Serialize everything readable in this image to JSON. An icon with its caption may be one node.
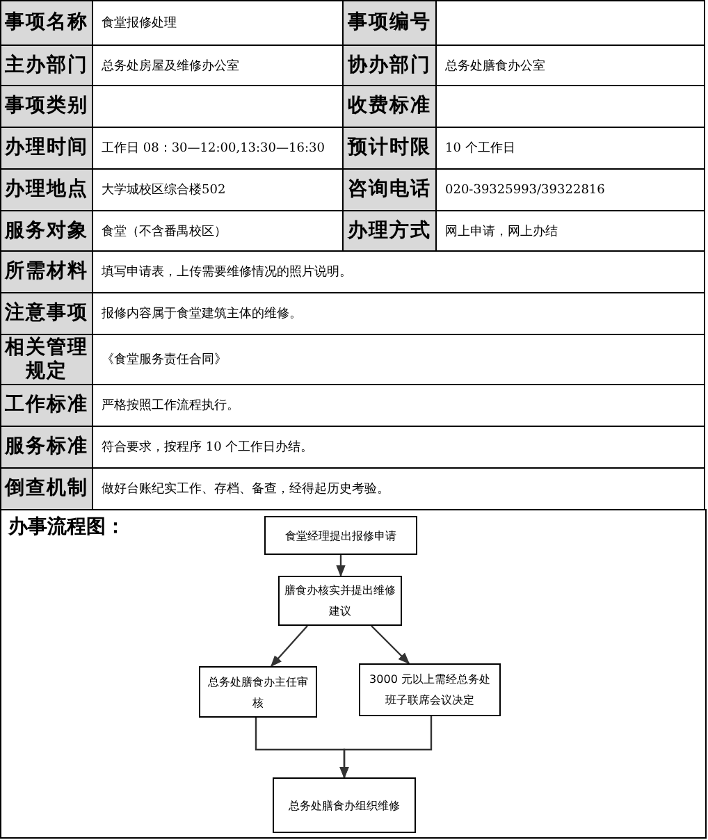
{
  "diagram": {
    "title": "办事流程图：",
    "nodes": [
      {
        "text": [
          "食堂经理提出报修申请"
        ]
      },
      {
        "text": [
          "膳食办核实并提出维修建议"
        ]
      },
      {
        "text": [
          "总务处膳食办主任审核"
        ]
      },
      {
        "text": [
          "3000 元以上需经总务处班子联席会议决定"
        ]
      },
      {
        "text": [
          "总务处膳食办组织维修"
        ]
      }
    ],
    "edges": [
      {
        "from": 0,
        "to": 1,
        "arrow": "to"
      },
      {
        "from": 1,
        "to": 2,
        "arrow": "to"
      },
      {
        "from": 1,
        "to": 3,
        "arrow": "to"
      },
      {
        "from": 2,
        "to": 4,
        "arrow": "to"
      },
      {
        "from": 3,
        "to": 4,
        "arrow": "to"
      }
    ],
    "labels": [
      "事项名称",
      "食堂报修处理",
      "事项编号",
      "主办部门",
      "总务处房屋及维修办公室",
      "协办部门",
      "总务处膳食办公室",
      "事项类别",
      "收费标准",
      "办理时间",
      "工作日 08：30—12:00,13:30—16:30",
      "预计时限",
      "10 个工作日",
      "办理地点",
      "大学城校区综合楼502",
      "咨询电话",
      "020-39325993/39322816",
      "服务对象",
      "食堂（不含番禺校区）",
      "办理方式",
      "网上申请，网上办结",
      "所需材料",
      "填写申请表，上传需要维修情况的照片说明。",
      "注意事项",
      "报修内容属于食堂建筑主体的维修。",
      "相关管理规定",
      "《食堂服务责任合同》",
      "工作标准",
      "严格按照工作流程执行。",
      "服务标准",
      "符合要求，按程序 10 个工作日办结。",
      "倒查机制",
      "做好台账纪实工作、存档、备查，经得起历史考验。"
    ]
  }
}
